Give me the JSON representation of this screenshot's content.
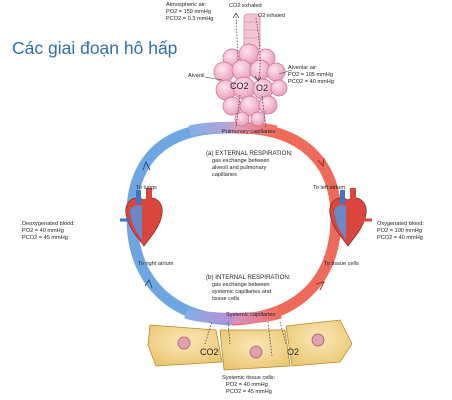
{
  "title": "Các giai đoạn hô hấp",
  "atmospheric": {
    "heading": "Atmospheric air:",
    "po2_label": "PO2",
    "po2_value": "= 159 mmHg",
    "pco2_label": "PCO2",
    "pco2_value": "= 0.3 mmHg"
  },
  "co2_exhaled": "CO2 exhaled",
  "o2_inhaled": "O2 inhaled",
  "alveoli": "Alveoli",
  "alveolar": {
    "heading": "Alveolar air:",
    "po2_label": "PO2",
    "po2_value": "= 105 mmHg",
    "pco2_label": "PCO2",
    "pco2_value": "= 40 mmHg"
  },
  "alveoli_co2": "CO2",
  "alveoli_o2": "O2",
  "pulmonary_capillaries": "Pulmonary capillaries",
  "external": {
    "line1": "(a) EXTERNAL RESPIRATION:",
    "line2": "gas exchange between",
    "line3": "alveoli and pulmonary",
    "line4": "capillaries"
  },
  "to_lungs": "To lungs",
  "to_left_atrium": "To left atrium",
  "to_right_atrium": "To right atrium",
  "to_tissue_cells": "To tissue cells",
  "deoxygenated": {
    "heading": "Deoxygenated blood:",
    "po2_label": "PO2",
    "po2_value": "= 40 mmHg",
    "pco2_label": "PCO2",
    "pco2_value": "= 45 mmHg"
  },
  "oxygenated": {
    "heading": "Oxygenated blood:",
    "po2_label": "PO2",
    "po2_value": "= 100 mmHg",
    "pco2_label": "PCO2",
    "pco2_value": "= 40 mmHg"
  },
  "internal": {
    "line1": "(b) INTERNAL RESPIRATION:",
    "line2": "gas exchange between",
    "line3": "systemic capillaries and",
    "line4": "tissue cells"
  },
  "systemic_capillaries": "Systemic capillaries",
  "tissue_co2": "CO2",
  "tissue_o2": "O2",
  "tissue": {
    "heading": "Systemic tissue cells:",
    "po2_label": "PO2",
    "po2_value": "= 40 mmHg",
    "pco2_label": "PCO2",
    "pco2_value": "= 45 mmHg"
  },
  "colors": {
    "title": "#2f6fb0",
    "oxygenated": "#e8503c",
    "deoxygenated": "#4a8fd6",
    "alveoli": "#f2b3c8",
    "tissue_cell": "#f3d58a",
    "capillary_mix": "#b98ad0"
  }
}
